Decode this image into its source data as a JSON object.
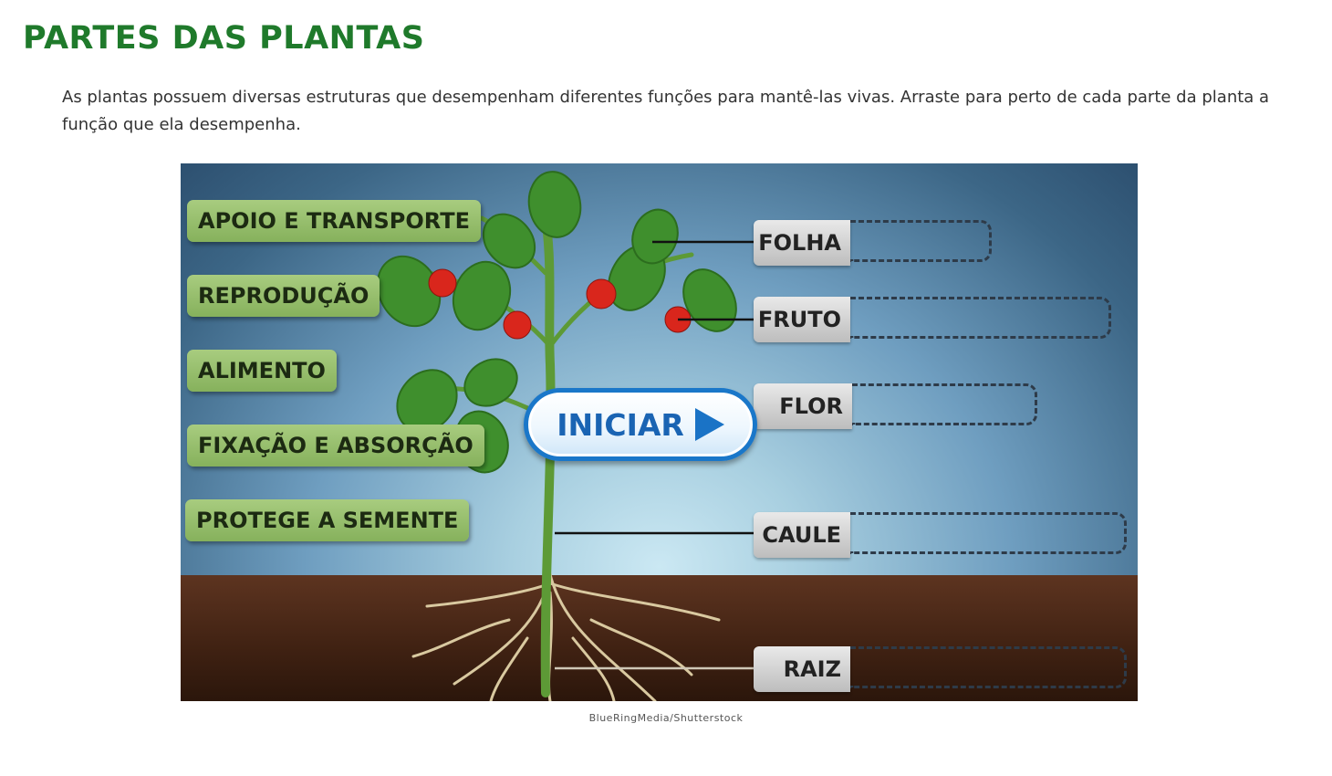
{
  "page": {
    "title": "PARTES DAS PLANTAS",
    "intro": "As plantas possuem diversas estruturas que desempenham diferentes funções para mantê-las vivas. Arraste para perto de cada parte da planta a função que ela desempenha."
  },
  "activity": {
    "functions": [
      {
        "label": "APOIO E TRANSPORTE"
      },
      {
        "label": "REPRODUÇÃO"
      },
      {
        "label": "ALIMENTO"
      },
      {
        "label": "FIXAÇÃO E ABSORÇÃO"
      },
      {
        "label": "PROTEGE A SEMENTE"
      }
    ],
    "parts": [
      {
        "label": "FOLHA"
      },
      {
        "label": "FRUTO"
      },
      {
        "label": "FLOR"
      },
      {
        "label": "CAULE"
      },
      {
        "label": "RAIZ"
      }
    ],
    "start_button": {
      "label": "INICIAR",
      "icon": "play-icon"
    }
  },
  "credit": "BlueRingMedia/Shutterstock",
  "colors": {
    "title_green": "#1f7a2b",
    "chip_green": "#94bd6a",
    "button_blue": "#1a77c9",
    "soil_brown": "#4a2716"
  }
}
